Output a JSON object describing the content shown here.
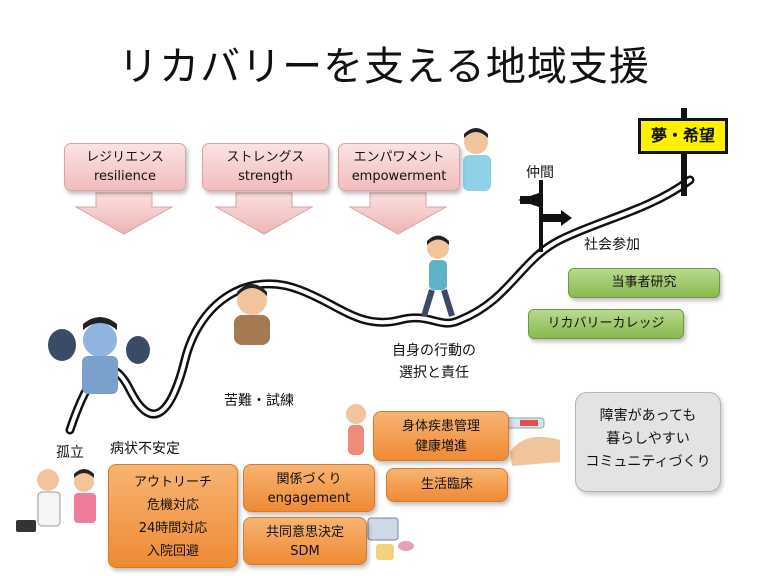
{
  "title": "リカバリーを支える地域支援",
  "pink_boxes": [
    {
      "jp": "レジリエンス",
      "en": "resilience"
    },
    {
      "jp": "ストレングス",
      "en": "strength"
    },
    {
      "jp": "エンパワメント",
      "en": "empowerment"
    }
  ],
  "sign": "夢・希望",
  "stages": {
    "isolation": "孤立",
    "unstable": "病状不安定",
    "hardship": "苦難・試練",
    "choice_line1": "自身の行動の",
    "choice_line2": "選択と責任",
    "peers": "仲間",
    "social": "社会参加"
  },
  "green_boxes": [
    "当事者研究",
    "リカバリーカレッジ"
  ],
  "orange_boxes": {
    "outreach": [
      "アウトリーチ",
      "危機対応",
      "24時間対応",
      "入院回避"
    ],
    "engagement": [
      "関係づくり",
      "engagement"
    ],
    "sdm": [
      "共同意思決定",
      "SDM"
    ],
    "health": [
      "身体疾患管理",
      "健康増進"
    ],
    "clinical": [
      "生活臨床"
    ]
  },
  "community_box": [
    "障害があっても",
    "暮らしやすい",
    "コミュニティづくり"
  ],
  "colors": {
    "pink": "#f2bcbc",
    "orange": "#ef8a33",
    "green": "#88b94f",
    "sign": "#fff200"
  }
}
